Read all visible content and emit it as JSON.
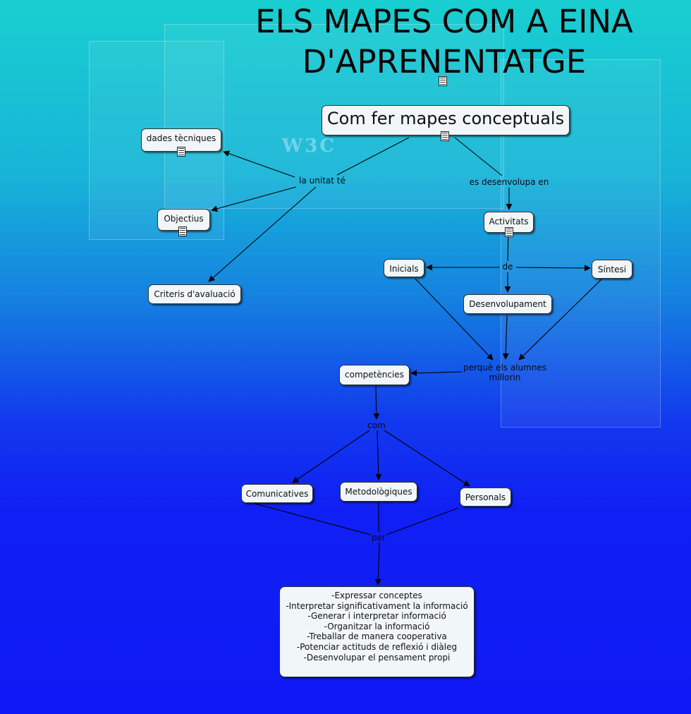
{
  "title": "ELS MAPES COM A EINA D'APRENENTATGE",
  "nodes": {
    "main": "Com fer mapes conceptuals",
    "dades": "dades tècniques",
    "objectius": "Objectius",
    "criteris": "Criteris d'avaluació",
    "activitats": "Activitats",
    "inicials": "Inicials",
    "sintesi": "Síntesi",
    "desenvolupament": "Desenvolupament",
    "competencies": "competències",
    "comunicatives": "Comunicatives",
    "metodologiques": "Metodològiques",
    "personals": "Personals",
    "list": [
      "-Expressar conceptes",
      "-Interpretar significativament la informació",
      "-Generar i interpretar informació",
      "-Organitzar la informació",
      "-Treballar de manera cooperativa",
      "-Potenciar actituds de reflexió i diàleg",
      "-Desenvolupar el pensament propi"
    ]
  },
  "linking_phrases": {
    "unitat": "la unitat té",
    "desenvolupa": "es desenvolupa en",
    "de": "de",
    "perque": "perquè els alumnes millorin",
    "com": "com",
    "per": "per"
  },
  "icons": [
    "document-icon"
  ],
  "colors": {
    "background_top": "#19cfd0",
    "background_bottom": "#0f18f5",
    "node_fill": "#f1f6f8"
  }
}
